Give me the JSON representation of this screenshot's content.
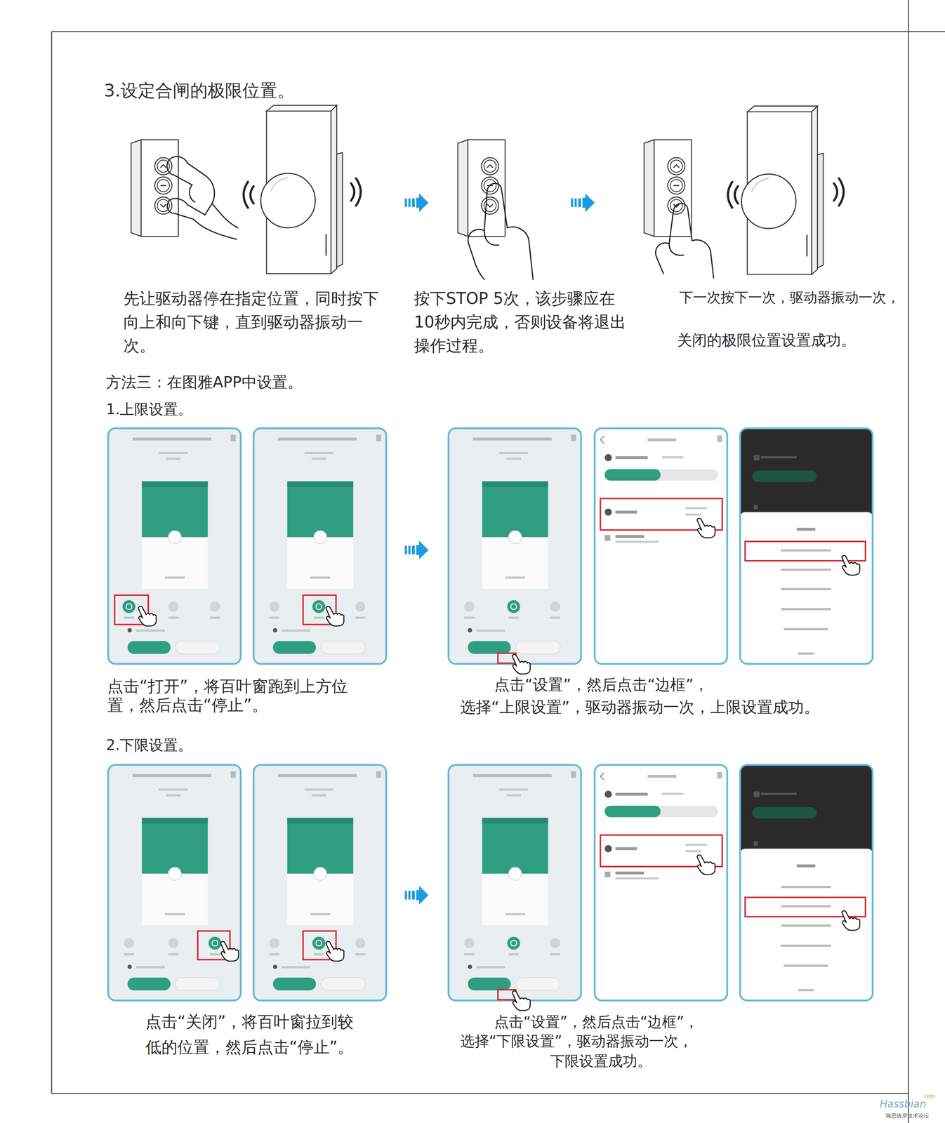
{
  "diagram": {
    "title": "3.设定合闸的极限位置。",
    "labels": [
      "先让驱动器停在指定位置，同时按下向上和向下键，直到驱动器振动一次。",
      "按下STOP 5次，该步骤应在10秒内完成，否则设备将退出操作过程。",
      "下一次按下一次，驱动器振动一次，",
      "关闭的极限位置设置成功。",
      "方法三：在图雅APP中设置。",
      "1.上限设置。",
      "点击“打开”，将百叶窗跑到上方位置，然后点击“停止”。",
      "点击“设置”，然后点击“边框”，",
      "选择“上限设置”，驱动器振动一次，上限设置成功。",
      "2.下限设置。",
      "点击“关闭”，将百叶窗拉到较低的位置，然后点击“停止”。",
      "点击“设置”，然后点击“边框”，",
      "选择“下限设置”，驱动器振动一次，",
      "下限设置成功。",
      "com",
      "Hassbian",
      "瀚思彼岸技术论坛"
    ]
  }
}
